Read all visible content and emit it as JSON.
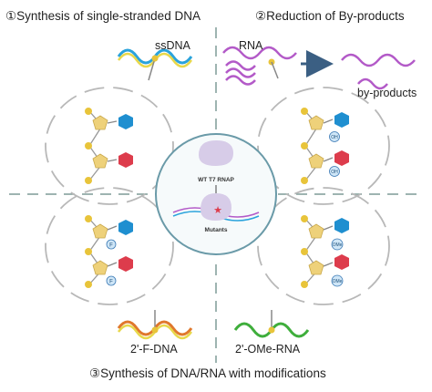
{
  "headings": {
    "q1": "①Synthesis of single-stranded DNA",
    "q2": "②Reduction of  By-products",
    "q3": "③Synthesis of DNA/RNA with modifications"
  },
  "labels": {
    "ssdna": "ssDNA",
    "rna": "RNA",
    "byproducts": "by-products",
    "fdna": "2'-F-DNA",
    "omerna": "2'-OMe-RNA",
    "center_top": "WT T7 RNAP",
    "center_bottom": "Mutants"
  },
  "colors": {
    "dna_blue": "#2aa3dc",
    "dna_yellow": "#e8d84a",
    "rna_purple": "#b35ac8",
    "orange": "#e0782c",
    "green": "#3fae3c",
    "arrow": "#3b5f83",
    "hexagon_blue": "#1f8fd0",
    "hexagon_red": "#dd3c4c",
    "sugar": "#eed17a",
    "enzyme": "#d7cce8",
    "circle_border": "#6a9aa8",
    "dash": "#7f9c97"
  },
  "modification_badges": {
    "q2": [
      "OH",
      "OH"
    ],
    "q3_left": [
      "F",
      "F"
    ],
    "q3_right": [
      "OMe",
      "OMe"
    ]
  }
}
